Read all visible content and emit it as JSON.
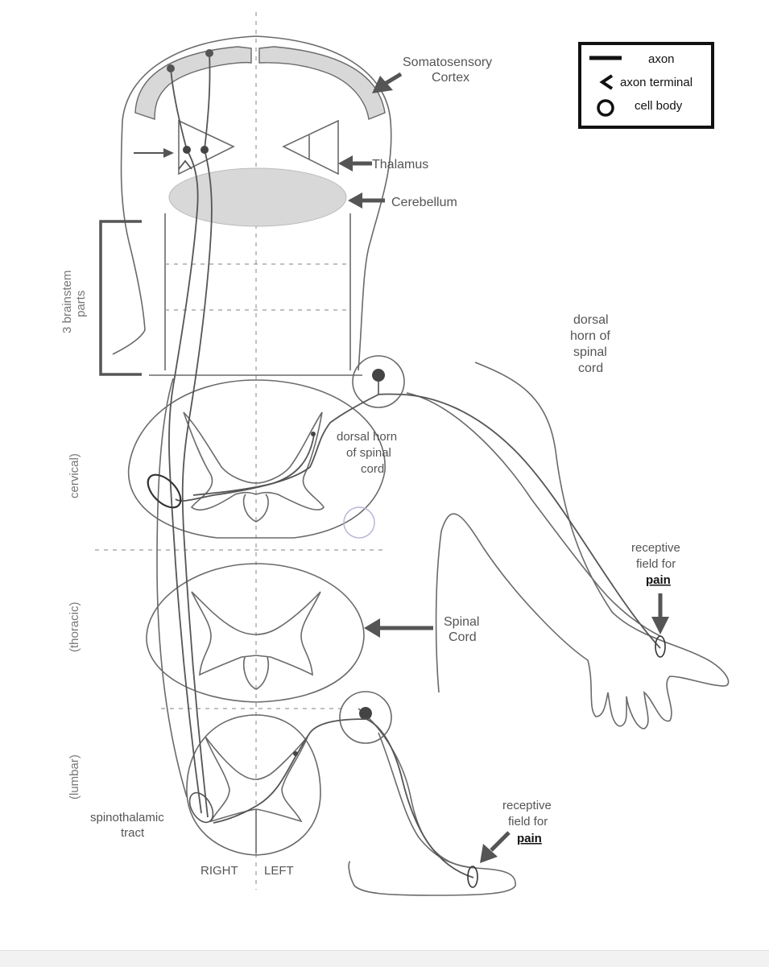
{
  "labels": {
    "somatosensory_line1": "Somatosensory",
    "somatosensory_line2": "Cortex",
    "thalamus": "Thalamus",
    "cerebellum": "Cerebellum",
    "brainstem_line1": "3 brainstem",
    "brainstem_line2": "parts",
    "dorsal_horn_right_1": "dorsal",
    "dorsal_horn_right_2": "horn of",
    "dorsal_horn_right_3": "spinal",
    "dorsal_horn_right_4": "cord",
    "dorsal_horn_mid_1": "dorsal horn",
    "dorsal_horn_mid_2": "of spinal",
    "dorsal_horn_mid_3": "cord",
    "cervical": "cervical)",
    "thoracic": "(thoracic)",
    "lumbar": "(lumbar)",
    "spinal_cord_1": "Spinal",
    "spinal_cord_2": "Cord",
    "rf_arm_1": "receptive",
    "rf_arm_2": "field for",
    "rf_arm_3": "pain",
    "rf_leg_1": "receptive",
    "rf_leg_2": "field for",
    "rf_leg_3": "pain",
    "spinothalamic_1": "spinothalamic",
    "spinothalamic_2": "tract",
    "right": "RIGHT",
    "left": "LEFT"
  },
  "legend": {
    "axon": "axon",
    "axon_terminal": "axon terminal",
    "cell_body": "cell body"
  },
  "colors": {
    "outline": "#6a6a6a",
    "fill_gray": "#d8d8d8",
    "pathway": "#555555",
    "arrow": "#555555"
  }
}
